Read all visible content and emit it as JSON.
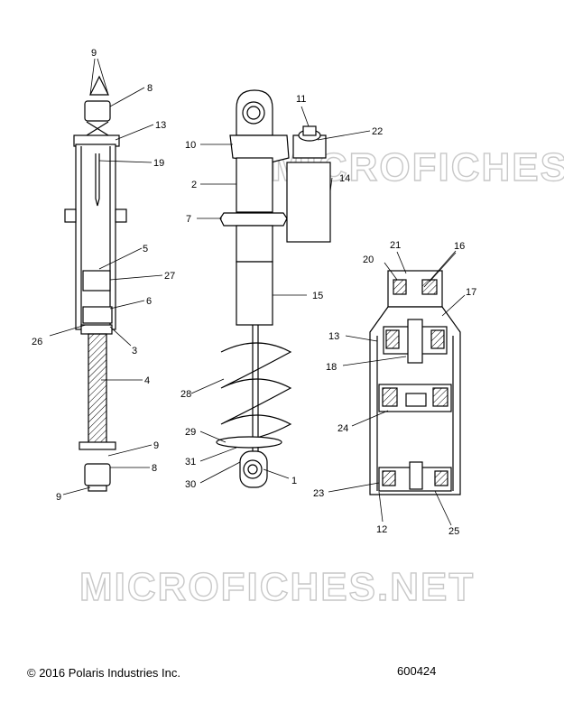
{
  "watermarks": [
    "MICROFICHES.NET",
    "MICROFICHES.NET"
  ],
  "callouts": [
    "9",
    "8",
    "13",
    "19",
    "5",
    "27",
    "6",
    "26",
    "3",
    "4",
    "9",
    "8",
    "9",
    "11",
    "22",
    "10",
    "14",
    "2",
    "7",
    "15",
    "28",
    "29",
    "31",
    "30",
    "1",
    "21",
    "16",
    "20",
    "17",
    "13",
    "18",
    "24",
    "23",
    "12",
    "25"
  ],
  "footer": {
    "copyright": "© 2016 Polaris Industries Inc.",
    "diagram_id": "600424"
  }
}
